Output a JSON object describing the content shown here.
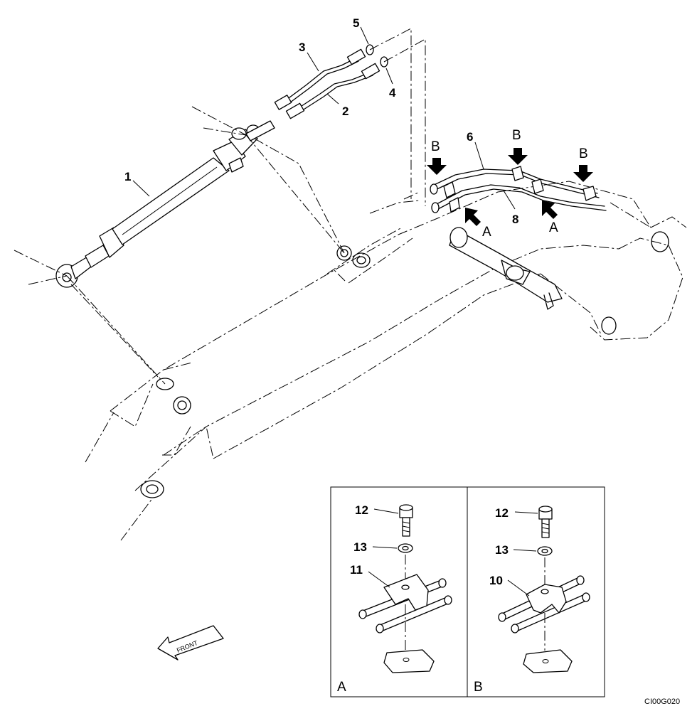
{
  "callouts": {
    "p1": "1",
    "p2": "2",
    "p3": "3",
    "p4": "4",
    "p5": "5",
    "p6": "6",
    "p8": "8",
    "p10": "10",
    "p11": "11",
    "p12": "12",
    "p13": "13"
  },
  "arrow_labels": {
    "a": "A",
    "b": "B"
  },
  "detail_panels": {
    "left_label": "A",
    "right_label": "B"
  },
  "front_arrow_label": "FRONT",
  "drawing_code": "CI00G020"
}
